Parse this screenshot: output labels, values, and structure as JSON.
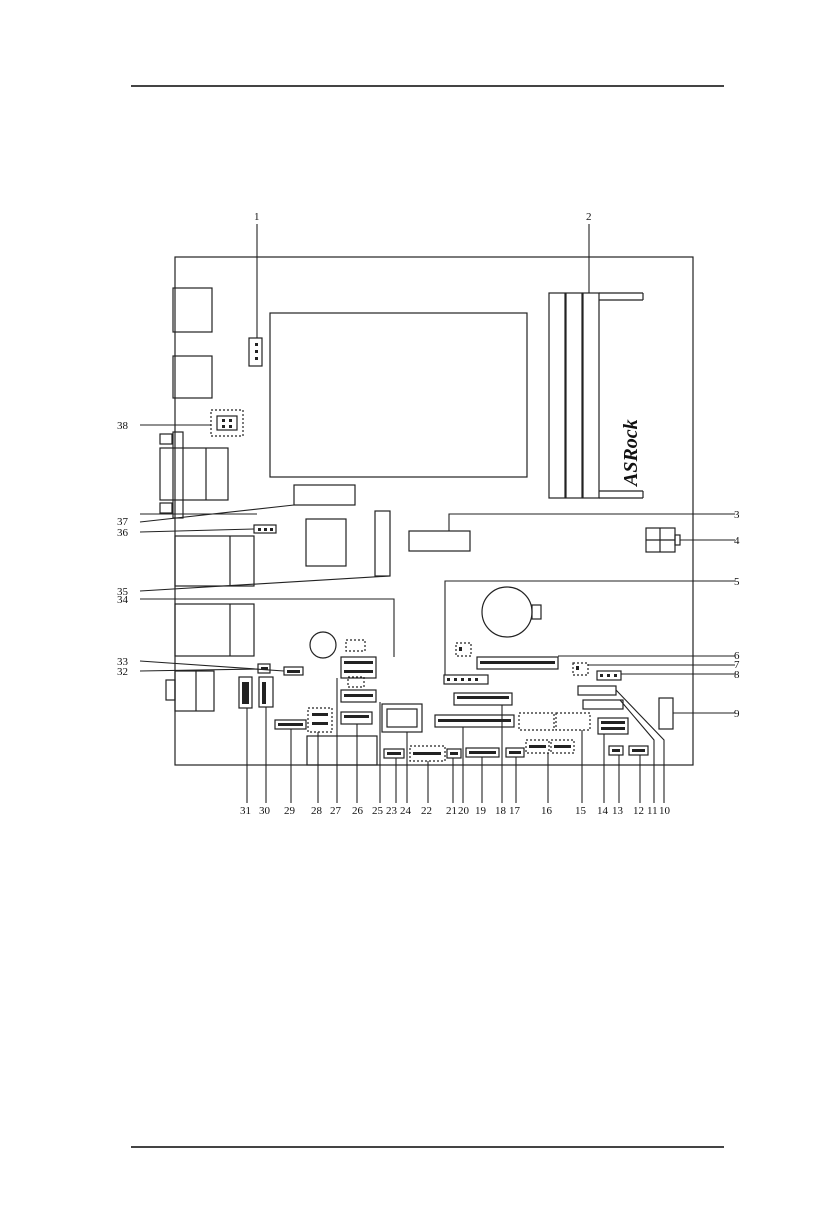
{
  "brand": "ASRock",
  "callouts": {
    "c1": "1",
    "c2": "2",
    "c3": "3",
    "c4": "4",
    "c5": "5",
    "c6": "6",
    "c7": "7",
    "c8": "8",
    "c9": "9",
    "c10": "10",
    "c11": "11",
    "c12": "12",
    "c13": "13",
    "c14": "14",
    "c15": "15",
    "c16": "16",
    "c17": "17",
    "c18": "18",
    "c19": "19",
    "c20": "20",
    "c21": "21",
    "c22": "22",
    "c23": "23",
    "c24": "24",
    "c25": "25",
    "c26": "26",
    "c27": "27",
    "c28": "28",
    "c29": "29",
    "c30": "30",
    "c31": "31",
    "c32": "32",
    "c33": "33",
    "c34": "34",
    "c35": "35",
    "c36": "36",
    "c37": "37",
    "c38": "38"
  },
  "colors": {
    "line": "#222222",
    "board": "#ffffff"
  }
}
